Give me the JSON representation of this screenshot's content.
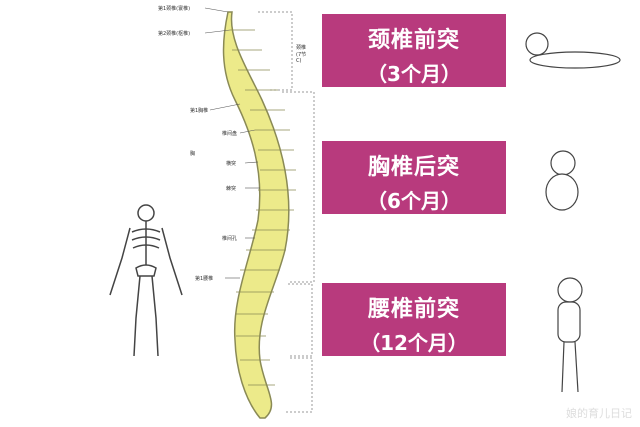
{
  "stages": [
    {
      "title": "颈椎前突",
      "age": "（3个月）"
    },
    {
      "title": "胸椎后突",
      "age": "（6个月）"
    },
    {
      "title": "腰椎前突",
      "age": "（12个月）"
    }
  ],
  "spine_labels": {
    "c1": "第1颈椎(寰椎)",
    "c2": "第2颈椎(枢椎)",
    "cervical": "颈椎(7节 C)",
    "t1": "第1胸椎",
    "disc": "椎间盘",
    "transverse": "横突",
    "spinous": "棘突",
    "foramen": "椎间孔",
    "thoracic": "胸",
    "l1": "第1腰椎"
  },
  "colors": {
    "box": "#b83a7d",
    "bone": "#ecea8a"
  },
  "watermark": "娘的育儿日记"
}
